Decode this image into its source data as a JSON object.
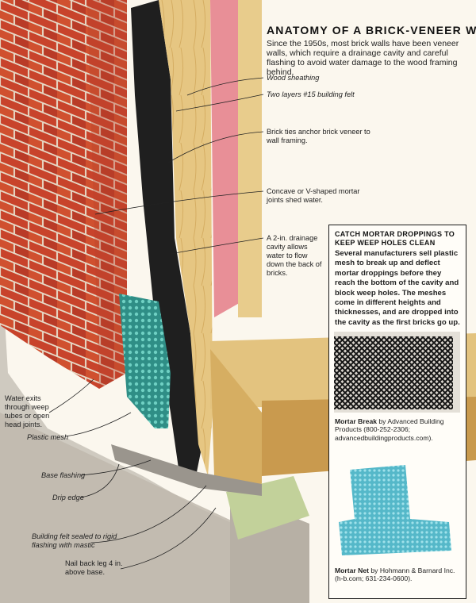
{
  "header": {
    "title": "ANATOMY OF A BRICK-VENEER WALL",
    "intro": "Since the 1950s, most brick walls have been veneer walls, which require a drainage cavity and careful flashing to avoid water damage to the wood framing behind."
  },
  "labels": {
    "wood_sheathing": "Wood sheathing",
    "building_felt": "Two layers #15 building felt",
    "brick_ties": "Brick ties anchor brick veneer to wall framing.",
    "mortar_joints": "Concave or V-shaped mortar joints shed water.",
    "drainage_cavity": "A 2-in. drainage cavity allows water to flow down the back of bricks.",
    "water_exits": "Water exits through weep tubes or open head joints.",
    "plastic_mesh": "Plastic mesh",
    "base_flashing": "Base flashing",
    "drip_edge": "Drip edge",
    "felt_sealed": "Building felt sealed to rigid flashing with mastic",
    "nail_back": "Nail back leg 4 in. above base."
  },
  "sidebar": {
    "heading": "CATCH MORTAR DROPPINGS TO KEEP WEEP HOLES CLEAN",
    "body": "Several manufacturers sell plastic mesh to break up and deflect mortar droppings before they reach the bottom of the cavity and block weep holes.  The meshes come in different heights and thicknesses, and are dropped into the cavity as the first bricks go up.",
    "product1": {
      "name": "Mortar Break",
      "text": " by Advanced Building Products (800-252-2306; advancedbuildingproducts.com)."
    },
    "product2": {
      "name": "Mortar Net",
      "text": " by Hohmann & Barnard Inc. (h-b.com; 631-234-0600)."
    }
  },
  "colors": {
    "brick": "#c9442c",
    "mortar": "#e9dccb",
    "wood": "#e3c37f",
    "felt": "#1f1f1f",
    "insulation": "#e88f97",
    "mesh": "#3fa39a",
    "concrete": "#cfcac0"
  }
}
